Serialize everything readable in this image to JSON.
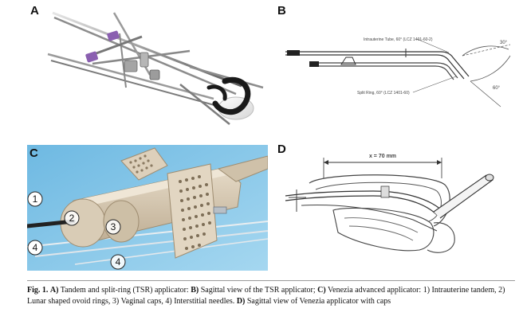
{
  "panels": {
    "a": {
      "letter": "A"
    },
    "b": {
      "letter": "B",
      "tube_label": "Intrauterine Tube, 60° (LCZ 1401-60-2)",
      "ring_label": "Split Ring, 60° (LCZ 1401-60)",
      "angle_small": "30°",
      "angle_large": "60°"
    },
    "c": {
      "letter": "C",
      "callouts": [
        "1",
        "2",
        "3",
        "4",
        "4"
      ]
    },
    "d": {
      "letter": "D",
      "dimension": "x = 70 mm"
    }
  },
  "caption": {
    "fig": "Fig. 1.",
    "a_label": "A)",
    "a_text": " Tandem and split-ring (TSR) applicator: ",
    "b_label": "B)",
    "b_text": " Sagittal view of the TSR applicator; ",
    "c_label": "C)",
    "c_text": " Venezia advanced applicator: 1) Intrauterine tandem, 2) Lunar shaped ovoid rings, 3) Vaginal caps, 4) Interstitial needles. ",
    "d_label": "D)",
    "d_text": " Sagittal view of Venezia applicator with caps"
  },
  "colors": {
    "panel_c_background": "#7fc4e8",
    "applicator_body": "#d8cab4",
    "purple_clamp": "#8a5fb0",
    "black_ring": "#1a1a1a"
  }
}
